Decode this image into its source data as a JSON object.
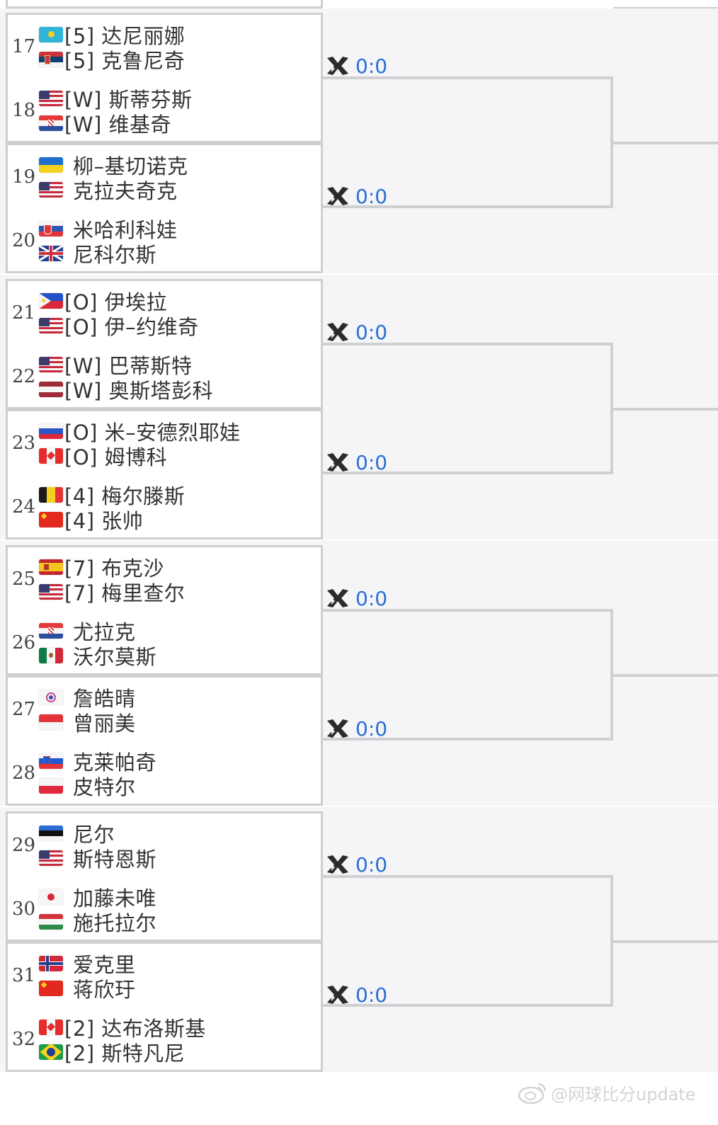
{
  "sections": [
    {
      "matches": [
        {
          "players": [
            {
              "num": "17",
              "names": [
                {
                  "label": "[5] 达尼丽娜",
                  "flag": "kaz"
                },
                {
                  "label": "[5] 克鲁尼奇",
                  "flag": "srb"
                }
              ]
            },
            {
              "num": "18",
              "names": [
                {
                  "label": "[W] 斯蒂芬斯",
                  "flag": "usa"
                },
                {
                  "label": "[W] 维基奇",
                  "flag": "cro"
                }
              ]
            }
          ],
          "score": "0:0"
        },
        {
          "players": [
            {
              "num": "19",
              "names": [
                {
                  "label": "柳–基切诺克",
                  "flag": "ukr"
                },
                {
                  "label": "克拉夫奇克",
                  "flag": "usa"
                }
              ]
            },
            {
              "num": "20",
              "names": [
                {
                  "label": "米哈利科娃",
                  "flag": "svk"
                },
                {
                  "label": "尼科尔斯",
                  "flag": "gbr"
                }
              ]
            }
          ],
          "score": "0:0"
        }
      ]
    },
    {
      "matches": [
        {
          "players": [
            {
              "num": "21",
              "names": [
                {
                  "label": "[O] 伊埃拉",
                  "flag": "phi"
                },
                {
                  "label": "[O] 伊–约维奇",
                  "flag": "usa"
                }
              ]
            },
            {
              "num": "22",
              "names": [
                {
                  "label": "[W] 巴蒂斯特",
                  "flag": "usa"
                },
                {
                  "label": "[W] 奥斯塔彭科",
                  "flag": "lat"
                }
              ]
            }
          ],
          "score": "0:0"
        },
        {
          "players": [
            {
              "num": "23",
              "names": [
                {
                  "label": "[O] 米–安德烈耶娃",
                  "flag": "rus"
                },
                {
                  "label": "[O] 姆博科",
                  "flag": "can"
                }
              ]
            },
            {
              "num": "24",
              "names": [
                {
                  "label": "[4] 梅尔滕斯",
                  "flag": "bel"
                },
                {
                  "label": "[4] 张帅",
                  "flag": "chn"
                }
              ]
            }
          ],
          "score": "0:0"
        }
      ]
    },
    {
      "matches": [
        {
          "players": [
            {
              "num": "25",
              "names": [
                {
                  "label": "[7] 布克沙",
                  "flag": "esp"
                },
                {
                  "label": "[7] 梅里查尔",
                  "flag": "usa"
                }
              ]
            },
            {
              "num": "26",
              "names": [
                {
                  "label": "尤拉克",
                  "flag": "cro"
                },
                {
                  "label": "沃尔莫斯",
                  "flag": "mex"
                }
              ]
            }
          ],
          "score": "0:0"
        },
        {
          "players": [
            {
              "num": "27",
              "names": [
                {
                  "label": "詹皓晴",
                  "flag": "tpe"
                },
                {
                  "label": "曾丽美",
                  "flag": "idn"
                }
              ]
            },
            {
              "num": "28",
              "names": [
                {
                  "label": "克莱帕奇",
                  "flag": "slo"
                },
                {
                  "label": "皮特尔",
                  "flag": "pol"
                }
              ]
            }
          ],
          "score": "0:0"
        }
      ]
    },
    {
      "matches": [
        {
          "players": [
            {
              "num": "29",
              "names": [
                {
                  "label": "尼尔",
                  "flag": "est"
                },
                {
                  "label": "斯特恩斯",
                  "flag": "usa"
                }
              ]
            },
            {
              "num": "30",
              "names": [
                {
                  "label": "加藤未唯",
                  "flag": "jpn"
                },
                {
                  "label": "施托拉尔",
                  "flag": "hun"
                }
              ]
            }
          ],
          "score": "0:0"
        },
        {
          "players": [
            {
              "num": "31",
              "names": [
                {
                  "label": "爱克里",
                  "flag": "nor"
                },
                {
                  "label": "蒋欣玗",
                  "flag": "chn"
                }
              ]
            },
            {
              "num": "32",
              "names": [
                {
                  "label": "[2] 达布洛斯基",
                  "flag": "can"
                },
                {
                  "label": "[2] 斯特凡尼",
                  "flag": "bra"
                }
              ]
            }
          ],
          "score": "0:0"
        }
      ]
    }
  ],
  "watermark": "@网球比分update",
  "colors": {
    "score": "#2a6fd6",
    "line": "#d0d0d3",
    "band": "#f5f5f7"
  }
}
